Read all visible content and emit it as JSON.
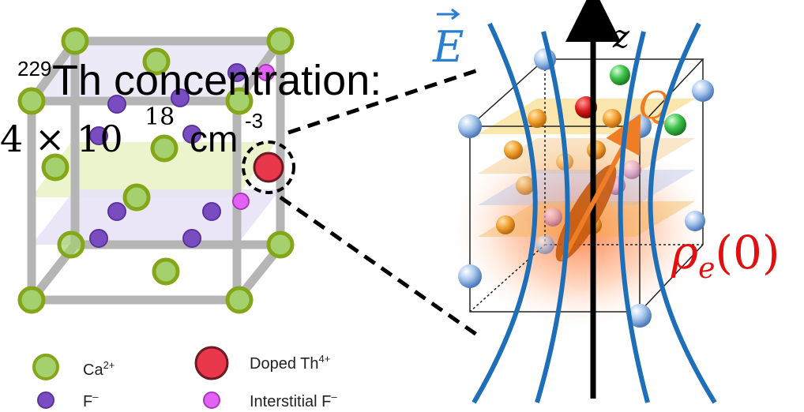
{
  "left_panel": {
    "concentration": {
      "isotope_mass": "229",
      "element_text": "Th concentration:",
      "coefficient": "4 × 10",
      "exponent": "18",
      "unit": "cm",
      "unit_exponent": "-3"
    }
  },
  "legend": {
    "items": [
      {
        "label": "Ca",
        "superscript": "2+",
        "color": "#a4d16e",
        "edge": "#86a61a"
      },
      {
        "label": "F",
        "superscript": "–",
        "color": "#7a4cc2",
        "edge": "#5b3498"
      },
      {
        "label": "Doped Th",
        "superscript": "4+",
        "color": "#e8364a",
        "edge": "#6b1a22"
      },
      {
        "label": "Interstitial F",
        "superscript": "–",
        "color": "#e461f5",
        "edge": "#a63ab6"
      }
    ]
  },
  "right_panel": {
    "field_symbol": "E",
    "axis_label": "z",
    "quadrupole_symbol": "Q",
    "density_symbol": "ρ",
    "density_subscript": "e",
    "density_argument": "(0)"
  },
  "colors": {
    "field_lines": "#1f6fb8",
    "quadrupole": "#ef7d26",
    "density_text": "#e01010",
    "frame": "#b5b5b5"
  }
}
